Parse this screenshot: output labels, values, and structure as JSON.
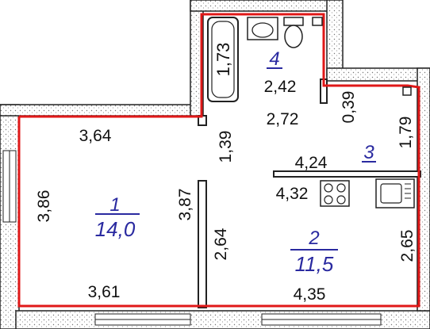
{
  "rooms": [
    {
      "number": "1",
      "area": "14,0"
    },
    {
      "number": "2",
      "area": "11,5"
    },
    {
      "number": "3"
    },
    {
      "number": "4"
    }
  ],
  "dimensions": {
    "top_left": "3,64",
    "left": "3,86",
    "inner_left": "3,87",
    "bottom_left": "3,61",
    "corridor": "1,39",
    "bath_top": "2,42",
    "bath_bottom": "2,72",
    "bath_side": "0,39",
    "right_top": "1,79",
    "kitchen_top": "4,24",
    "kitchen_stove": "4,32",
    "mid_vertical": "2,64",
    "right_bottom": "2,65",
    "bottom_right": "4,35",
    "tub": "1,73"
  },
  "colors": {
    "outline": "#e01818",
    "walls": "#222222",
    "labels": "#2a2aa0"
  }
}
